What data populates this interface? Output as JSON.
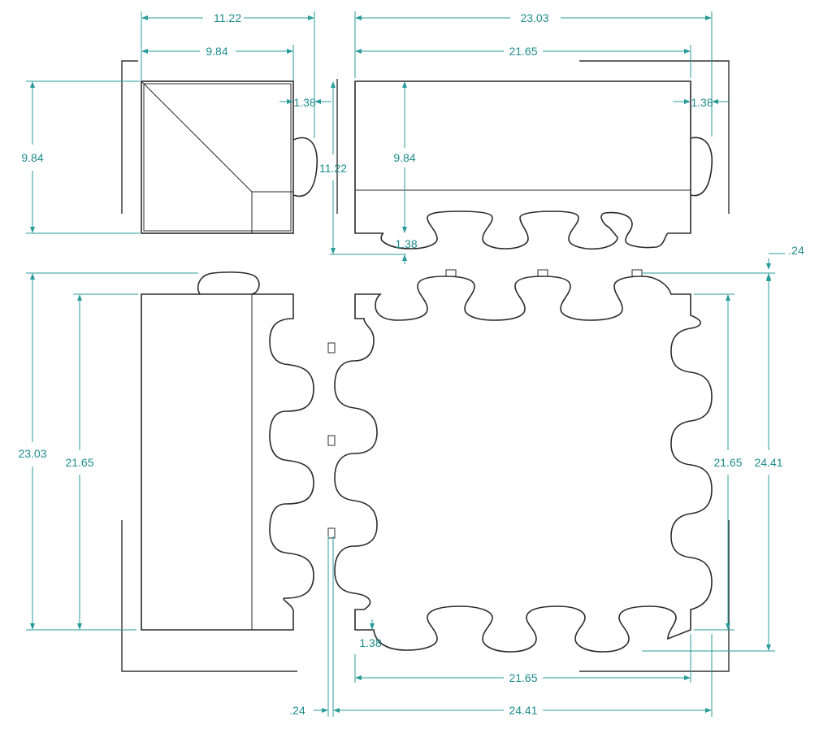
{
  "colors": {
    "dimension": "#1e8c8c",
    "outline": "#2b2b2b",
    "background": "#ffffff"
  },
  "dimensions": {
    "top_left_width_outer": "11.22",
    "top_left_width_inner": "9.84",
    "top_left_height": "9.84",
    "top_left_tab": "1.38",
    "top_right_height_outer": "11.22",
    "top_right_width_outer": "23.03",
    "top_right_width_inner": "21.65",
    "top_right_height_inner": "9.84",
    "top_right_tab": "1.38",
    "top_right_bottom_offset": "1.38",
    "bottom_right_top_offset": ".24",
    "bottom_left_height_outer": "23.03",
    "bottom_left_height_inner": "21.65",
    "bottom_right_height_inner": "21.65",
    "bottom_right_height_outer": "24.41",
    "bottom_right_corner": "1.38",
    "bottom_right_width_inner": "21.65",
    "bottom_right_left_offset": ".24",
    "bottom_right_width_outer": "24.41"
  }
}
